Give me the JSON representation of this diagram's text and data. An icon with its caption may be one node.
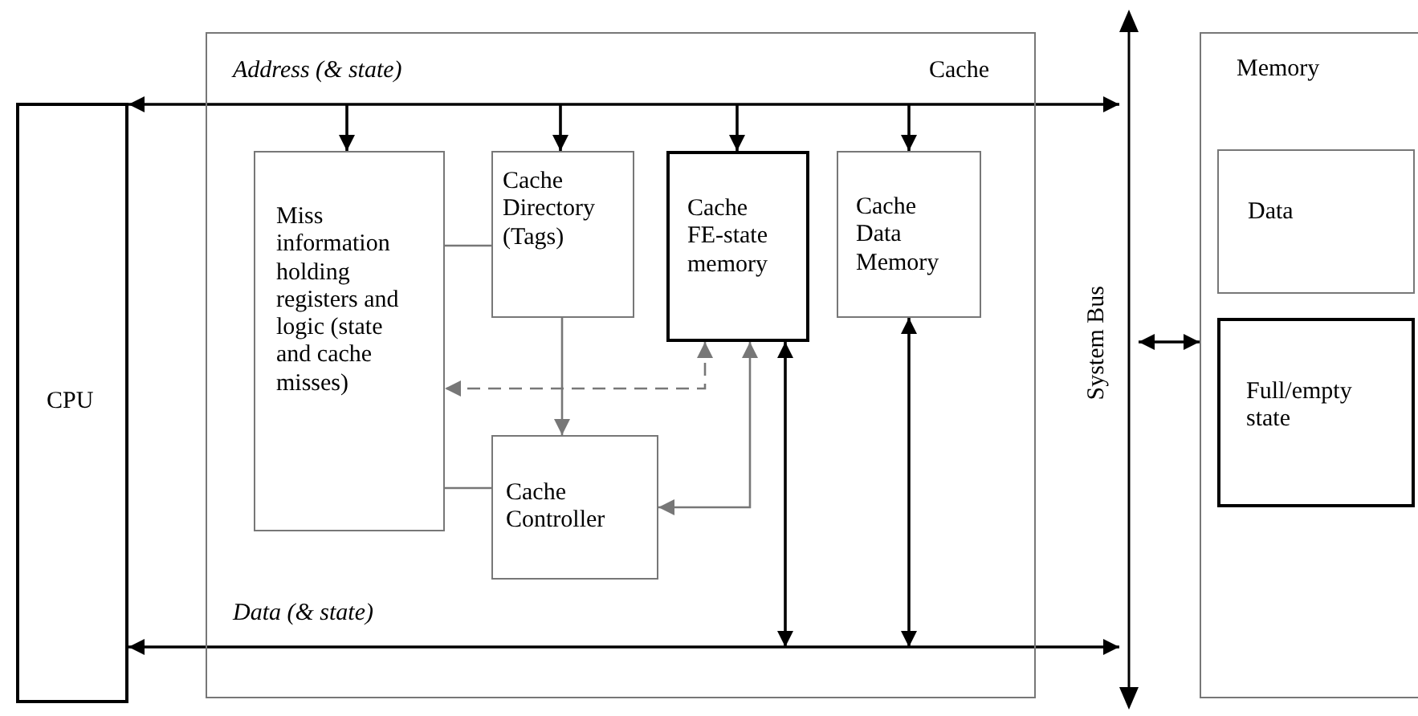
{
  "diagram": {
    "nodes": [
      {
        "text": [
          "CPU"
        ]
      },
      {
        "text": [
          "Cache"
        ]
      },
      {
        "text": [
          "Miss information holding registers and logic (state and cache misses)"
        ],
        "in": 1
      },
      {
        "text": [
          "Cache Directory (Tags)"
        ],
        "in": 1
      },
      {
        "text": [
          "Cache FE-state memory"
        ],
        "in": 1
      },
      {
        "text": [
          "Cache Data Memory"
        ],
        "in": 1
      },
      {
        "text": [
          "Cache Controller"
        ],
        "in": 1
      },
      {
        "text": [],
        "shape": "bar",
        "beside": [
          "System Bus"
        ]
      },
      {
        "text": [
          "Memory"
        ]
      },
      {
        "text": [
          "Data"
        ],
        "in": 8
      },
      {
        "text": [
          "Full/empty state"
        ],
        "in": 8
      }
    ],
    "edges": [
      {
        "from": 0,
        "to": 7,
        "arrow": "both",
        "label": "Address (& state)"
      },
      {
        "from": null,
        "to": 2,
        "arrow": "to"
      },
      {
        "from": null,
        "to": 3,
        "arrow": "to"
      },
      {
        "from": null,
        "to": 4,
        "arrow": "to"
      },
      {
        "from": null,
        "to": 5,
        "arrow": "to"
      },
      {
        "from": 2,
        "to": 3,
        "arrow": "none",
        "color": "#777777"
      },
      {
        "from": 3,
        "to": 6,
        "arrow": "to",
        "color": "#777777"
      },
      {
        "from": 4,
        "to": 2,
        "arrow": "both",
        "style": "dashed",
        "color": "#777777"
      },
      {
        "from": 6,
        "to": 4,
        "arrow": "both",
        "color": "#777777"
      },
      {
        "from": 2,
        "to": 6,
        "arrow": "none",
        "color": "#777777"
      },
      {
        "from": 4,
        "to": null,
        "arrow": "both"
      },
      {
        "from": 5,
        "to": null,
        "arrow": "both"
      },
      {
        "from": 0,
        "to": 7,
        "arrow": "both",
        "label": "Data (& state)"
      },
      {
        "from": 7,
        "to": 8,
        "arrow": "both"
      }
    ]
  }
}
